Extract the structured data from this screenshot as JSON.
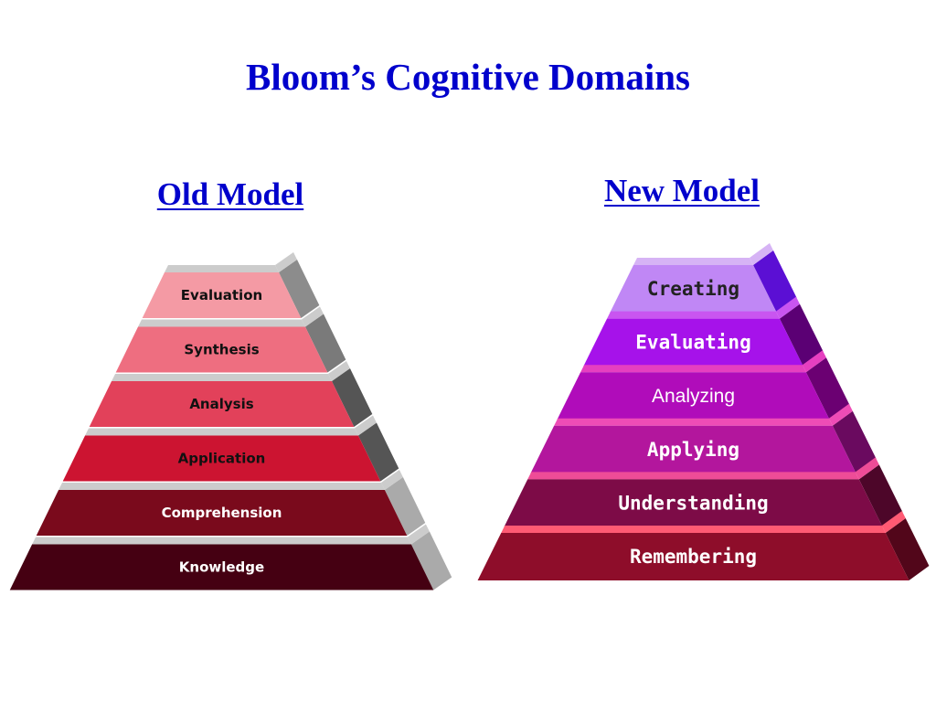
{
  "title": "Bloom’s Cognitive Domains",
  "old_model": {
    "heading": "Old Model",
    "levels": [
      {
        "label": "Evaluation",
        "front": "#f49aa4",
        "side": "#8c8c8c",
        "top": "#cccccc",
        "text": "#111111"
      },
      {
        "label": "Synthesis",
        "front": "#ee6e80",
        "side": "#7a7a7a",
        "top": "#cccccc",
        "text": "#111111"
      },
      {
        "label": "Analysis",
        "front": "#e2415a",
        "side": "#555555",
        "top": "#cccccc",
        "text": "#111111"
      },
      {
        "label": "Application",
        "front": "#cc1431",
        "side": "#555555",
        "top": "#cccccc",
        "text": "#111111"
      },
      {
        "label": "Comprehension",
        "front": "#7a0a1c",
        "side": "#aaaaaa",
        "top": "#cccccc",
        "text": "#ffffff"
      },
      {
        "label": "Knowledge",
        "front": "#450012",
        "side": "#aaaaaa",
        "top": "#cccccc",
        "text": "#ffffff"
      }
    ]
  },
  "new_model": {
    "heading": "New Model",
    "levels": [
      {
        "label": "Creating",
        "front": "#c087f5",
        "side": "#5b0fd4",
        "top": "#d6b3f5",
        "text": "#222222"
      },
      {
        "label": "Evaluating",
        "front": "#a612ea",
        "side": "#5b0074",
        "top": "#c955f0",
        "text": "#ffffff"
      },
      {
        "label": "Analyzing",
        "front": "#b00cba",
        "side": "#6b0072",
        "top": "#e63fc0",
        "text": "#ffffff"
      },
      {
        "label": "Applying",
        "front": "#b3169d",
        "side": "#6a0a5f",
        "top": "#ee4cb6",
        "text": "#ffffff"
      },
      {
        "label": "Understanding",
        "front": "#7d0b47",
        "side": "#4d0629",
        "top": "#ee4c97",
        "text": "#ffffff"
      },
      {
        "label": "Remembering",
        "front": "#8e0d2a",
        "side": "#52061a",
        "top": "#ff5a73",
        "text": "#ffffff"
      }
    ]
  }
}
